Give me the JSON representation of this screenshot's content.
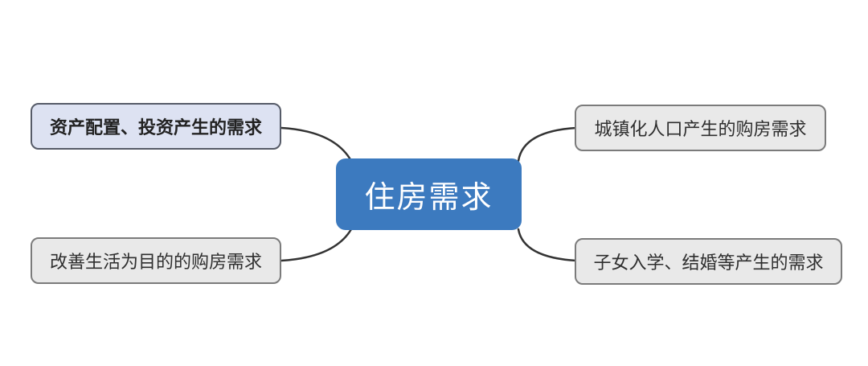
{
  "diagram": {
    "type": "mindmap",
    "center": {
      "label": "住房需求"
    },
    "branches": [
      {
        "label": "资产配置、投资产生的需求",
        "position": "top-left",
        "emphasis": true
      },
      {
        "label": "城镇化人口产生的购房需求",
        "position": "top-right",
        "emphasis": false
      },
      {
        "label": "改善生活为目的的购房需求",
        "position": "bottom-left",
        "emphasis": false
      },
      {
        "label": "子女入学、结婚等产生的需求",
        "position": "bottom-right",
        "emphasis": false
      }
    ],
    "colors": {
      "center_fill": "#3c7abf",
      "center_text": "#ffffff",
      "branch_fill": "#e9e9e9",
      "branch_border": "#7b7b7b",
      "accent_branch_fill": "#dde2f2",
      "accent_branch_border": "#565b68",
      "connector": "#333333",
      "background": "#ffffff"
    }
  }
}
